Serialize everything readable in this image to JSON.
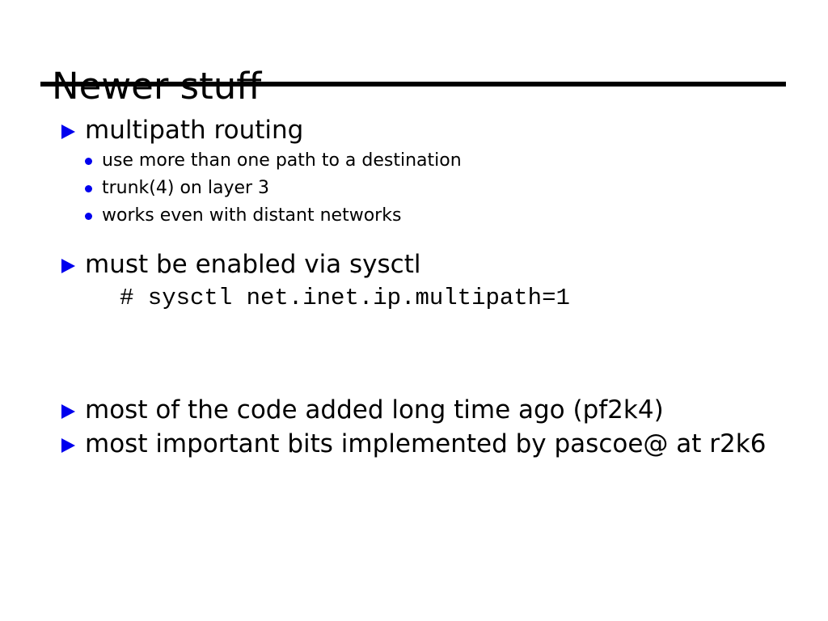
{
  "slide": {
    "title": "Newer stuff",
    "accent_color": "#0000ee",
    "text_color": "#000000",
    "background_color": "#ffffff",
    "rule_color": "#000000",
    "blocks": [
      {
        "id": "multipath-routing",
        "level1": "multipath routing",
        "level2": [
          "use more than one path to a destination",
          "trunk(4) on layer 3",
          "works even with distant networks"
        ]
      },
      {
        "id": "enable-via-sysctl",
        "level1": "must be enabled via sysctl",
        "code": "# sysctl net.inet.ip.multipath=1"
      },
      {
        "id": "code-added",
        "level1": "most of the code added long time ago (pf2k4)"
      },
      {
        "id": "implemented-by",
        "level1": "most important bits implemented by pascoe@ at r2k6"
      }
    ]
  },
  "icons": {
    "triangle_bullet": "triangle-bullet-icon",
    "dot_bullet": "dot-bullet-icon"
  }
}
